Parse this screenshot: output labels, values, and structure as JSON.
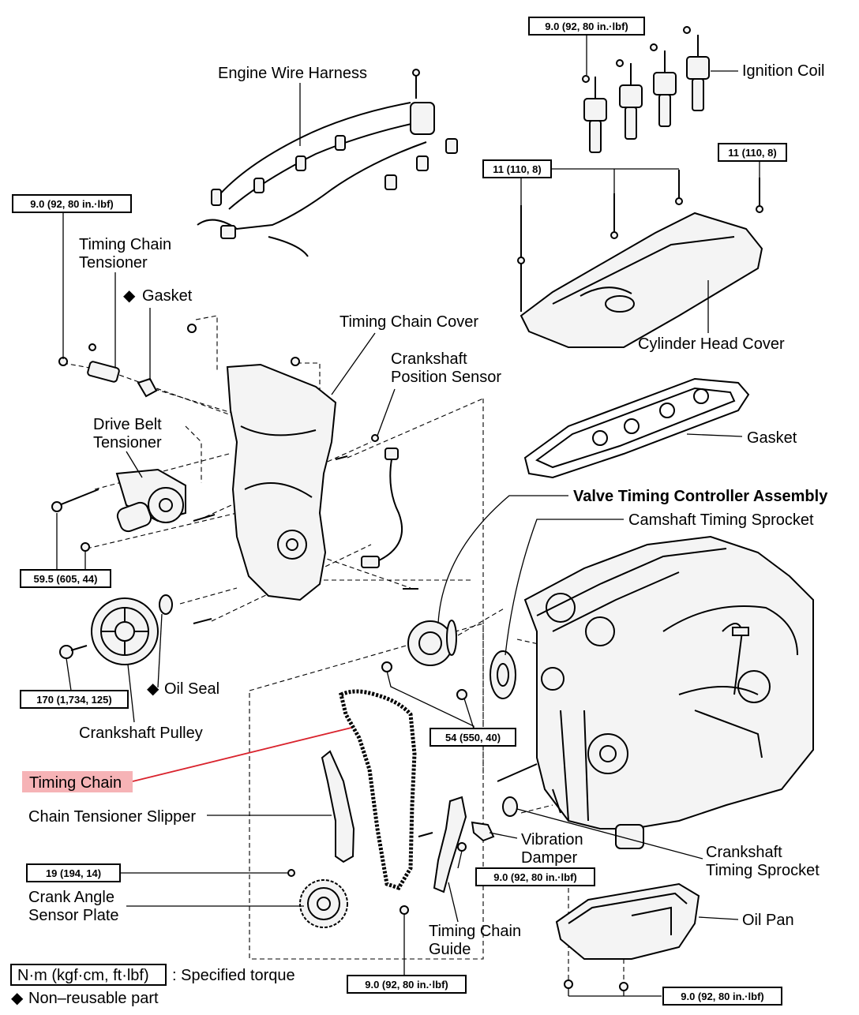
{
  "labels": {
    "engine_wire_harness": "Engine Wire Harness",
    "ignition_coil": "Ignition Coil",
    "timing_chain_tensioner_1": "Timing Chain",
    "timing_chain_tensioner_2": "Tensioner",
    "gasket_small": "Gasket",
    "timing_chain_cover": "Timing Chain Cover",
    "crank_pos_sensor_1": "Crankshaft",
    "crank_pos_sensor_2": "Position Sensor",
    "cylinder_head_cover": "Cylinder Head Cover",
    "gasket_head": "Gasket",
    "drive_belt_tensioner_1": "Drive Belt",
    "drive_belt_tensioner_2": "Tensioner",
    "valve_timing_controller": "Valve Timing Controller Assembly",
    "camshaft_timing_sprocket": "Camshaft Timing Sprocket",
    "oil_seal": "Oil Seal",
    "crankshaft_pulley": "Crankshaft Pulley",
    "timing_chain": "Timing Chain",
    "chain_tensioner_slipper": "Chain Tensioner Slipper",
    "crank_angle_sensor_plate_1": "Crank Angle",
    "crank_angle_sensor_plate_2": "Sensor Plate",
    "vibration_damper_1": "Vibration",
    "vibration_damper_2": "Damper",
    "crankshaft_timing_sprocket_1": "Crankshaft",
    "crankshaft_timing_sprocket_2": "Timing Sprocket",
    "timing_chain_guide_1": "Timing Chain",
    "timing_chain_guide_2": "Guide",
    "oil_pan": "Oil Pan"
  },
  "torques": {
    "ignition_coil": "9.0 (92, 80 in.·lbf)",
    "head_cover_left": "11 (110, 8)",
    "head_cover_right": "11 (110, 8)",
    "tensioner": "9.0 (92, 80 in.·lbf)",
    "drive_belt_tensioner": "59.5 (605, 44)",
    "crank_pulley": "170 (1,734, 125)",
    "vtc_assembly": "54 (550, 40)",
    "crank_angle_plate": "19 (194, 14)",
    "vibration_damper": "9.0 (92, 80 in.·lbf)",
    "chain_guide": "9.0 (92, 80 in.·lbf)",
    "oil_pan": "9.0 (92, 80 in.·lbf)"
  },
  "legend": {
    "unit_box": "N·m (kgf·cm, ft·lbf)",
    "unit_desc": ": Specified torque",
    "nonreusable_symbol": "◆",
    "nonreusable_desc": "Non–reusable part"
  },
  "colors": {
    "highlight_fill": "#f6b3b6",
    "highlight_line": "#d9232d"
  }
}
